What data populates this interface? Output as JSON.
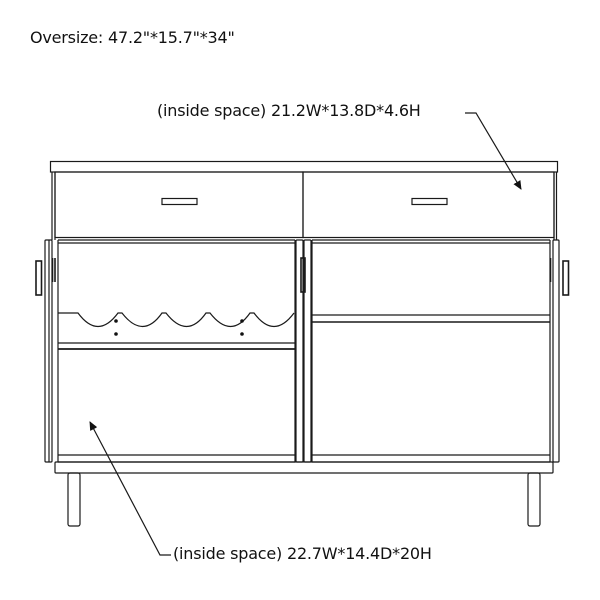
{
  "title": "Sideboard dimension drawing",
  "labels": {
    "oversize": "Oversize: 47.2\"*15.7\"*34\"",
    "drawer_inside_space": "(inside space) 21.2W*13.8D*4.6H",
    "cabinet_inside_space": "(inside space) 22.7W*14.4D*20H"
  },
  "dimensions": {
    "overall": {
      "width": "47.2\"",
      "depth": "15.7\"",
      "height": "34\""
    },
    "drawer_inside": {
      "width": "21.2W",
      "depth": "13.8D",
      "height": "4.6H"
    },
    "cabinet_inside": {
      "width": "22.7W",
      "depth": "14.4D",
      "height": "20H"
    }
  },
  "drawing": {
    "line_color": "#1a1a1a",
    "components": [
      "top-slab",
      "left-drawer",
      "right-drawer",
      "left-door-open",
      "right-door-open",
      "wine-rack",
      "shelf",
      "base",
      "legs"
    ],
    "drawer_count": 2,
    "door_count": 2,
    "leg_count_visible": 2,
    "wine_rack_slots": 5
  }
}
